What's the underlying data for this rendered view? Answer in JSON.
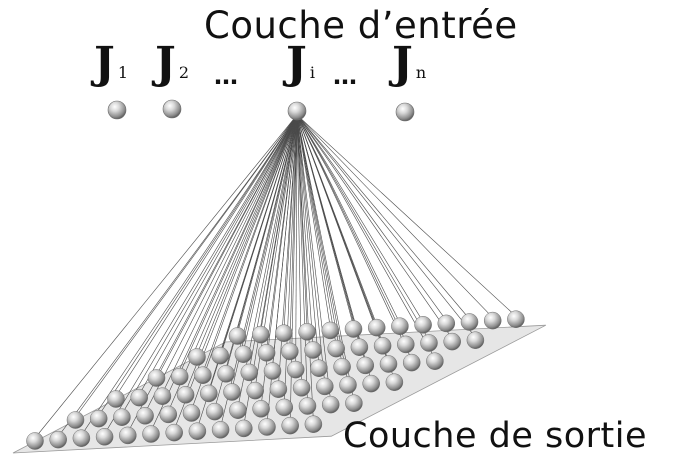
{
  "input_layer": {
    "title": "Couche d’entrée",
    "nodes": [
      {
        "letter": "J",
        "index": "1"
      },
      {
        "letter": "J",
        "index": "2"
      },
      {
        "letter": "J",
        "index": "i"
      },
      {
        "letter": "J",
        "index": "n"
      }
    ],
    "ellipsis": "…"
  },
  "output_layer": {
    "title": "Couche de sortie",
    "grid_rows": 6,
    "grid_cols": 13
  },
  "colors": {
    "node_fill": "#b8b8b8",
    "line": "#4a4a4a",
    "sheet": "#e6e6e6"
  }
}
